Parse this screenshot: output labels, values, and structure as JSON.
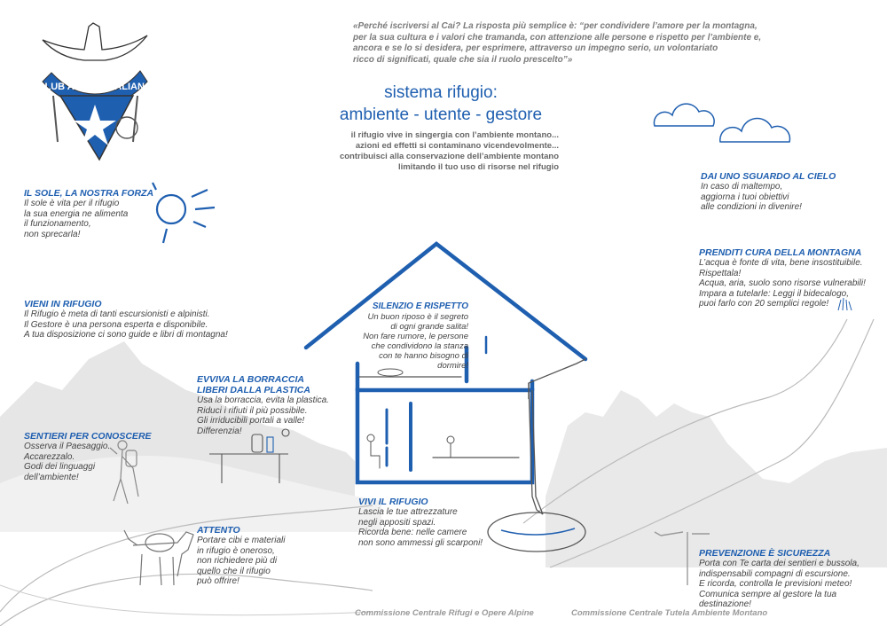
{
  "logo": {
    "text": "CLUB ALPINO ITALIANO"
  },
  "quote": {
    "lines": [
      "«Perché iscriversi al Cai? La risposta più semplice è: “per condividere l’amore per la montagna,",
      "per la sua cultura e i valori che tramanda, con attenzione alle persone e rispetto per l’ambiente e,",
      "ancora e se lo si desidera, per esprimere, attraverso un impegno serio, un volontariato",
      "ricco di significati, quale che sia il ruolo prescelto”»"
    ]
  },
  "title": {
    "line1": "sistema rifugio:",
    "line2": "ambiente - utente - gestore"
  },
  "intro": {
    "lines": [
      "il rifugio vive in singergia con l’ambiente montano...",
      "azioni ed effetti si contaminano vicendevolmente...",
      "contribuisci alla conservazione dell’ambiente montano",
      "limitando il tuo uso di risorse nel rifugio"
    ]
  },
  "sections": {
    "sole": {
      "heading": "IL SOLE, LA NOSTRA FORZA",
      "lines": [
        "Il sole è vita per il rifugio",
        "la sua energia ne alimenta",
        "il funzionamento,",
        "non sprecarla!"
      ]
    },
    "vieni": {
      "heading": "VIENI IN RIFUGIO",
      "lines": [
        "Il Rifugio è meta di tanti escursionisti e alpinisti.",
        "Il Gestore è una persona esperta e disponibile.",
        "A tua disposizione ci sono guide e libri di montagna!"
      ]
    },
    "borraccia": {
      "heading_lines": [
        "EVVIVA LA BORRACCIA",
        "LIBERI DALLA PLASTICA"
      ],
      "lines": [
        "Usa la borraccia, evita la plastica.",
        "Riduci i rifiuti il più possibile.",
        "Gli irriducibili portali a valle!",
        "Differenzia!"
      ]
    },
    "sentieri": {
      "heading": "SENTIERI PER CONOSCERE",
      "lines": [
        "Osserva il Paesaggio.",
        "Accarezzalo.",
        "Godi dei linguaggi",
        "dell’ambiente!"
      ]
    },
    "attento": {
      "heading": "ATTENTO",
      "lines": [
        "Portare cibi e materiali",
        "in rifugio è oneroso,",
        "non richiedere più di",
        "quello che il rifugio",
        "può offrire!"
      ]
    },
    "silenzio": {
      "heading": "SILENZIO E RISPETTO",
      "lines": [
        "Un buon riposo è il segreto",
        "di ogni grande salita!",
        "Non fare rumore, le persone",
        "che condividono la stanza",
        "con te hanno bisogno di",
        "dormire!"
      ]
    },
    "vivi": {
      "heading": "VIVI IL RIFUGIO",
      "lines": [
        "Lascia le tue attrezzature",
        "negli appositi spazi.",
        "Ricorda bene: nelle camere",
        "non sono ammessi gli scarponi!"
      ]
    },
    "cielo": {
      "heading": "DAI UNO SGUARDO AL CIELO",
      "lines": [
        "In caso di maltempo,",
        "aggiorna i tuoi obiettivi",
        "alle condizioni in divenire!"
      ]
    },
    "cura": {
      "heading": "PRENDITI CURA DELLA MONTAGNA",
      "lines": [
        "L’acqua è fonte di vita, bene insostituibile.",
        "Rispettala!",
        "Acqua, aria, suolo sono risorse vulnerabili!",
        "Impara a tutelarle: Leggi il bidecalogo,",
        "puoi farlo con 20 semplici regole!"
      ]
    },
    "prevenzione": {
      "heading": "PREVENZIONE È SICUREZZA",
      "lines": [
        "Porta con Te carta dei sentieri e bussola,",
        "indispensabili compagni di escursione.",
        "E ricorda, controlla le previsioni meteo!",
        "Comunica sempre al gestore la tua",
        "destinazione!"
      ]
    }
  },
  "footer": {
    "left": "Commissione Centrale Rifugi e Opere Alpine",
    "right": "Commissione Centrale Tutela Ambiente Montano"
  },
  "colors": {
    "accent": "#1f5fb0",
    "ink": "#444444",
    "mountain": "#e6e6e6",
    "path": "#bbbbbb"
  }
}
